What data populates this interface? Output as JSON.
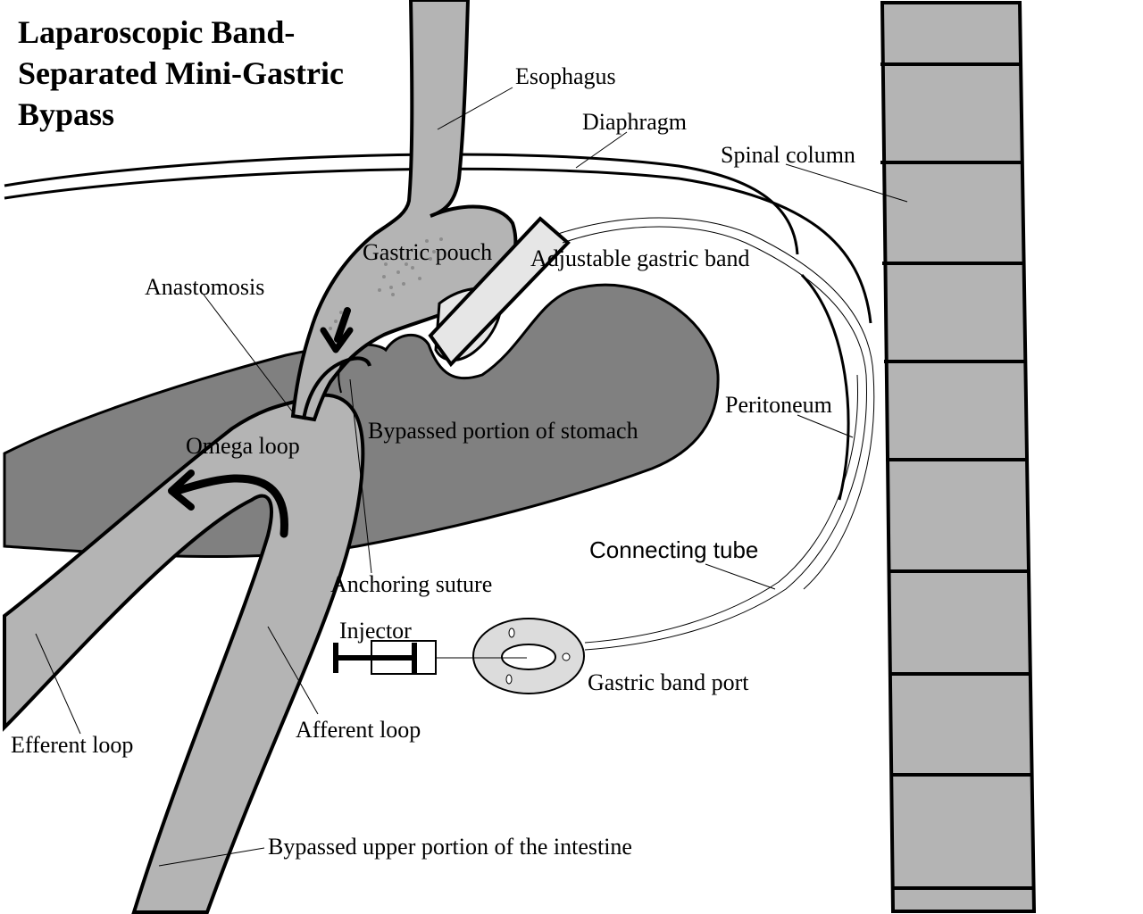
{
  "title": {
    "lines": [
      "Laparoscopic Band-",
      "Separated Mini-Gastric",
      "Bypass"
    ]
  },
  "labels": {
    "esophagus": "Esophagus",
    "diaphragm": "Diaphragm",
    "spinal_column": "Spinal column",
    "gastric_pouch": "Gastric pouch",
    "adjustable_gastric_band": "Adjustable gastric band",
    "anastomosis": "Anastomosis",
    "peritoneum": "Peritoneum",
    "bypassed_stomach": "Bypassed portion of stomach",
    "omega_loop": "Omega loop",
    "connecting_tube": "Connecting tube",
    "anchoring_suture": "Anchoring suture",
    "injector": "Injector",
    "gastric_band_port": "Gastric band port",
    "efferent_loop": "Efferent loop",
    "afferent_loop": "Afferent loop",
    "bypassed_intestine": "Bypassed upper portion of the intestine"
  },
  "colors": {
    "organ_light": "#b4b4b4",
    "stomach_dark": "#808080",
    "band": "#e6e6e6",
    "port": "#dcdcdc",
    "outline": "#000000",
    "background": "#ffffff"
  }
}
